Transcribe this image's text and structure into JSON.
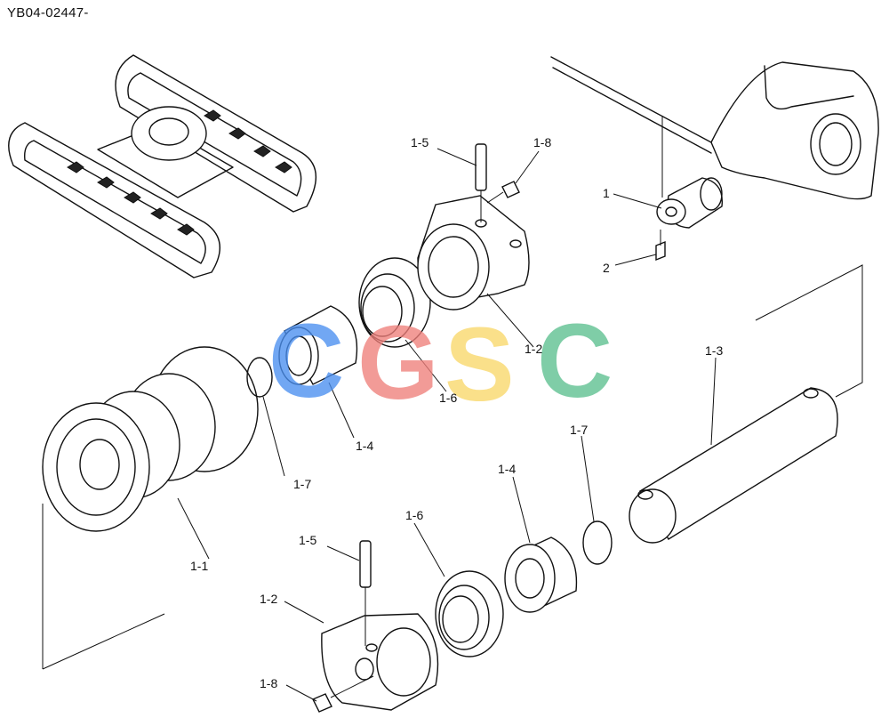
{
  "document_code": "YB04-02447-",
  "watermark": {
    "letters": [
      "C",
      "G",
      "S",
      "C"
    ],
    "colors": [
      "#4a8ff0",
      "#ef7f7a",
      "#f9d86a",
      "#5cbf8f"
    ]
  },
  "callouts": {
    "c1": "1",
    "c2": "2",
    "c1_1": "1-1",
    "c1_2a": "1-2",
    "c1_2b": "1-2",
    "c1_3": "1-3",
    "c1_4a": "1-4",
    "c1_4b": "1-4",
    "c1_5a": "1-5",
    "c1_5b": "1-5",
    "c1_6a": "1-6",
    "c1_6b": "1-6",
    "c1_7a": "1-7",
    "c1_7b": "1-7",
    "c1_8a": "1-8",
    "c1_8b": "1-8"
  }
}
